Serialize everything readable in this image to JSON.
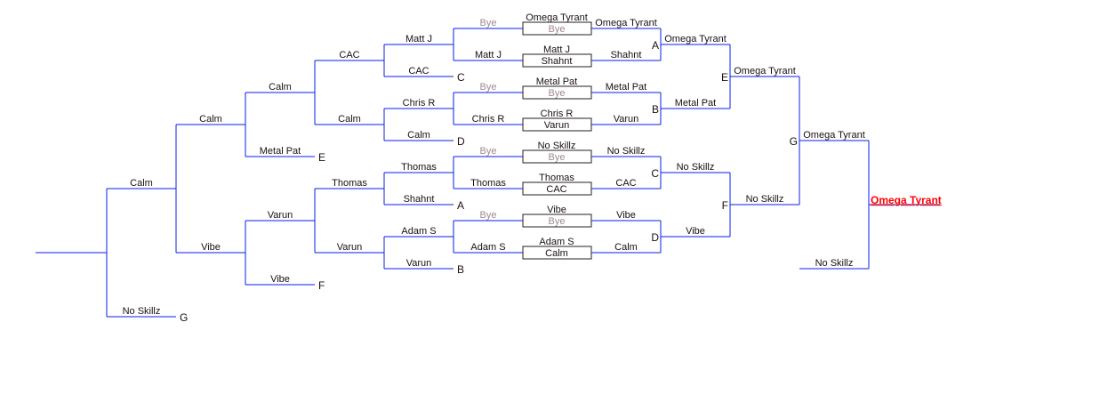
{
  "losers_bracket": {
    "final": {
      "top": "Calm",
      "bottom": "No Skillz",
      "bottom_marker": "G"
    },
    "semi": {
      "top": "Calm",
      "bottom": "Vibe"
    },
    "upper_qf": {
      "top": "Calm",
      "bottom": "Metal Pat",
      "bottom_marker": "E"
    },
    "upper_r3": {
      "top": "CAC",
      "bottom": "Calm"
    },
    "upper_r2a": {
      "top": "Matt J",
      "bottom": "CAC",
      "bottom_marker": "C"
    },
    "upper_r2b": {
      "top": "Chris R",
      "bottom": "Calm",
      "bottom_marker": "D"
    },
    "lower_qf": {
      "top": "Varun",
      "bottom": "Vibe",
      "bottom_marker": "F"
    },
    "lower_r3": {
      "top": "Thomas",
      "bottom": "Varun"
    },
    "lower_r2a": {
      "top": "Thomas",
      "bottom": "Shahnt",
      "bottom_marker": "A"
    },
    "lower_r2b": {
      "top": "Adam S",
      "bottom": "Varun",
      "bottom_marker": "B"
    },
    "r1": [
      {
        "top": "Bye",
        "bottom": "Matt J"
      },
      {
        "top": "Bye",
        "bottom": "Chris R"
      },
      {
        "top": "Bye",
        "bottom": "Thomas"
      },
      {
        "top": "Bye",
        "bottom": "Adam S"
      }
    ]
  },
  "matches": [
    {
      "top": "Omega Tyrant",
      "bottom": "Bye"
    },
    {
      "top": "Matt J",
      "bottom": "Shahnt"
    },
    {
      "top": "Metal Pat",
      "bottom": "Bye"
    },
    {
      "top": "Chris R",
      "bottom": "Varun"
    },
    {
      "top": "No Skillz",
      "bottom": "Bye"
    },
    {
      "top": "Thomas",
      "bottom": "CAC"
    },
    {
      "top": "Vibe",
      "bottom": "Bye"
    },
    {
      "top": "Adam S",
      "bottom": "Calm"
    }
  ],
  "winners_bracket": {
    "r1": [
      {
        "top": "Omega Tyrant",
        "bottom": "Shahnt",
        "marker": "A"
      },
      {
        "top": "Metal Pat",
        "bottom": "Varun",
        "marker": "B"
      },
      {
        "top": "No Skillz",
        "bottom": "CAC",
        "marker": "C"
      },
      {
        "top": "Vibe",
        "bottom": "Calm",
        "marker": "D"
      }
    ],
    "r2": [
      {
        "top": "Omega Tyrant",
        "bottom": "Metal Pat",
        "marker": "E"
      },
      {
        "top": "No Skillz",
        "bottom": "Vibe",
        "marker": "F"
      }
    ],
    "r3": {
      "top": "Omega Tyrant",
      "bottom": "No Skillz",
      "marker": "G"
    },
    "final": {
      "top": "Omega Tyrant",
      "bottom": "No Skillz"
    },
    "champion": "Omega Tyrant"
  },
  "colors": {
    "line": "#0a1cf0",
    "champion": "#ff0000",
    "bye": "#a08890"
  }
}
